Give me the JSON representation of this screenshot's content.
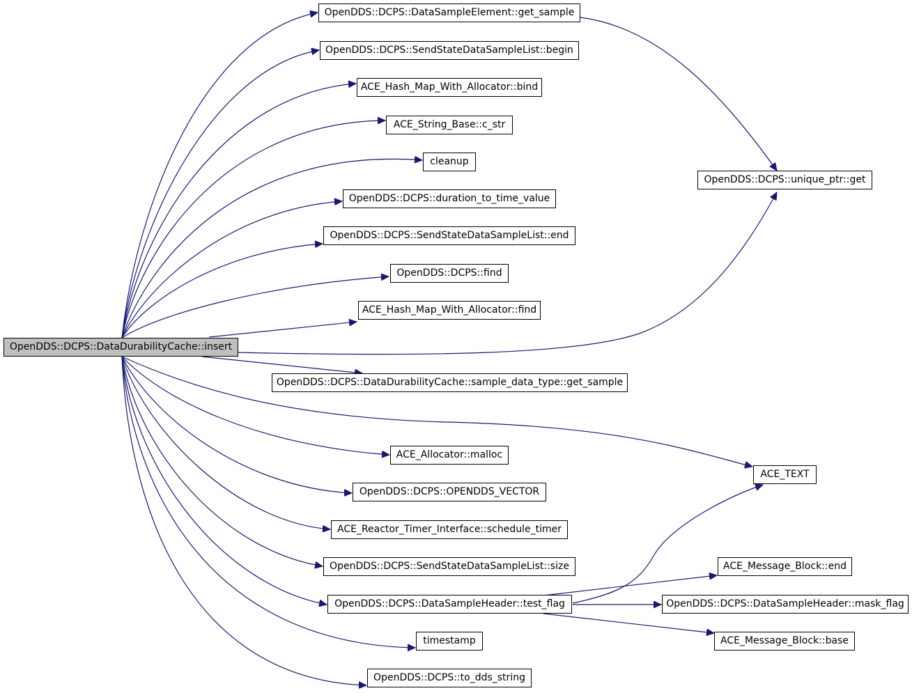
{
  "colors": {
    "edge": "#191970",
    "root_fill": "#bfbfbf",
    "node_fill": "#ffffff",
    "border": "#000000"
  },
  "nodes": {
    "insert": "OpenDDS::DCPS::DataDurabilityCache::insert",
    "dse_get_sample": "OpenDDS::DCPS::DataSampleElement::get_sample",
    "ssdsl_begin": "OpenDDS::DCPS::SendStateDataSampleList::begin",
    "hash_bind": "ACE_Hash_Map_With_Allocator::bind",
    "c_str": "ACE_String_Base::c_str",
    "cleanup": "cleanup",
    "duration_to_time_value": "OpenDDS::DCPS::duration_to_time_value",
    "ssdsl_end": "OpenDDS::DCPS::SendStateDataSampleList::end",
    "dcps_find": "OpenDDS::DCPS::find",
    "hash_find": "ACE_Hash_Map_With_Allocator::find",
    "ddc_get_sample": "OpenDDS::DCPS::DataDurabilityCache::sample_data_type::get_sample",
    "malloc": "ACE_Allocator::malloc",
    "opendds_vector": "OpenDDS::DCPS::OPENDDS_VECTOR",
    "schedule_timer": "ACE_Reactor_Timer_Interface::schedule_timer",
    "ssdsl_size": "OpenDDS::DCPS::SendStateDataSampleList::size",
    "test_flag": "OpenDDS::DCPS::DataSampleHeader::test_flag",
    "timestamp": "timestamp",
    "to_dds_string": "OpenDDS::DCPS::to_dds_string",
    "unique_ptr_get": "OpenDDS::DCPS::unique_ptr::get",
    "ace_text": "ACE_TEXT",
    "mb_end": "ACE_Message_Block::end",
    "mask_flag": "OpenDDS::DCPS::DataSampleHeader::mask_flag",
    "mb_base": "ACE_Message_Block::base"
  },
  "edges": [
    [
      "insert",
      "dse_get_sample"
    ],
    [
      "insert",
      "ssdsl_begin"
    ],
    [
      "insert",
      "hash_bind"
    ],
    [
      "insert",
      "c_str"
    ],
    [
      "insert",
      "cleanup"
    ],
    [
      "insert",
      "duration_to_time_value"
    ],
    [
      "insert",
      "ssdsl_end"
    ],
    [
      "insert",
      "dcps_find"
    ],
    [
      "insert",
      "hash_find"
    ],
    [
      "insert",
      "unique_ptr_get"
    ],
    [
      "insert",
      "ddc_get_sample"
    ],
    [
      "insert",
      "ace_text"
    ],
    [
      "insert",
      "malloc"
    ],
    [
      "insert",
      "opendds_vector"
    ],
    [
      "insert",
      "schedule_timer"
    ],
    [
      "insert",
      "ssdsl_size"
    ],
    [
      "insert",
      "test_flag"
    ],
    [
      "insert",
      "timestamp"
    ],
    [
      "insert",
      "to_dds_string"
    ],
    [
      "dse_get_sample",
      "unique_ptr_get"
    ],
    [
      "test_flag",
      "ace_text"
    ],
    [
      "test_flag",
      "mb_end"
    ],
    [
      "test_flag",
      "mask_flag"
    ],
    [
      "test_flag",
      "mb_base"
    ]
  ]
}
